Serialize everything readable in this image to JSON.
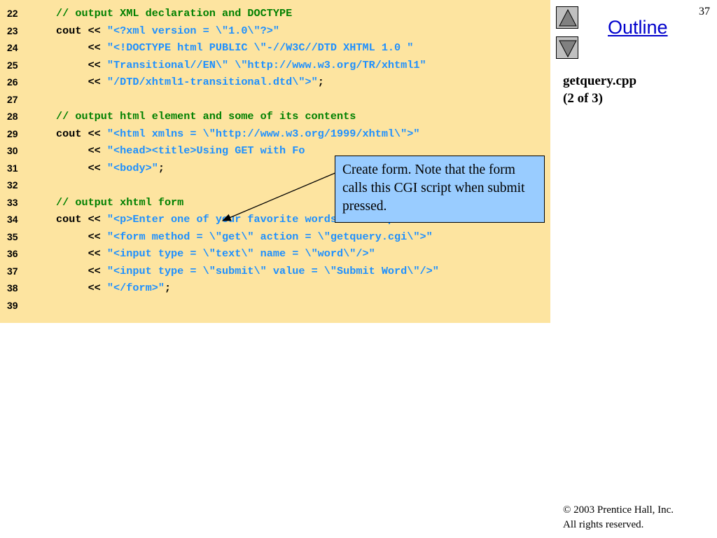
{
  "page_number": "37",
  "nav": {
    "outline_label": "Outline"
  },
  "file_title": {
    "line1": "getquery.cpp",
    "line2": "(2 of 3)"
  },
  "callout": {
    "text": "Create form. Note that the form calls this CGI script when submit pressed."
  },
  "colors": {
    "code_bg": "#fde4a0",
    "comment": "#008000",
    "string": "#1e90ff",
    "callout_bg": "#99ccff",
    "link": "#0000cc"
  },
  "icons": {
    "up": "triangle-up-icon",
    "down": "triangle-down-icon"
  },
  "code_lines": [
    {
      "num": "22",
      "tokens": [
        {
          "t": "comment",
          "v": "// output XML declaration and DOCTYPE"
        }
      ]
    },
    {
      "num": "23",
      "tokens": [
        {
          "t": "plain",
          "v": "cout << "
        },
        {
          "t": "string",
          "v": "\"<?xml version = \\\"1.0\\\"?>\""
        }
      ]
    },
    {
      "num": "24",
      "tokens": [
        {
          "t": "plain",
          "v": "     << "
        },
        {
          "t": "string",
          "v": "\"<!DOCTYPE html PUBLIC \\\"-//W3C//DTD XHTML 1.0 \""
        }
      ]
    },
    {
      "num": "25",
      "tokens": [
        {
          "t": "plain",
          "v": "     << "
        },
        {
          "t": "string",
          "v": "\"Transitional//EN\\\" \\\"http://www.w3.org/TR/xhtml1\""
        }
      ]
    },
    {
      "num": "26",
      "tokens": [
        {
          "t": "plain",
          "v": "     << "
        },
        {
          "t": "string",
          "v": "\"/DTD/xhtml1-transitional.dtd\\\">\""
        },
        {
          "t": "plain",
          "v": ";"
        }
      ]
    },
    {
      "num": "27",
      "tokens": []
    },
    {
      "num": "28",
      "tokens": [
        {
          "t": "comment",
          "v": "// output html element and some of its contents"
        }
      ]
    },
    {
      "num": "29",
      "tokens": [
        {
          "t": "plain",
          "v": "cout << "
        },
        {
          "t": "string",
          "v": "\"<html xmlns = \\\"http://www.w3.org/1999/xhtml\\\">\""
        }
      ]
    },
    {
      "num": "30",
      "tokens": [
        {
          "t": "plain",
          "v": "     << "
        },
        {
          "t": "string",
          "v": "\"<head><title>Using GET with Fo"
        }
      ]
    },
    {
      "num": "31",
      "tokens": [
        {
          "t": "plain",
          "v": "     << "
        },
        {
          "t": "string",
          "v": "\"<body>\""
        },
        {
          "t": "plain",
          "v": ";"
        }
      ]
    },
    {
      "num": "32",
      "tokens": []
    },
    {
      "num": "33",
      "tokens": [
        {
          "t": "comment",
          "v": "// output xhtml form"
        }
      ]
    },
    {
      "num": "34",
      "tokens": [
        {
          "t": "plain",
          "v": "cout << "
        },
        {
          "t": "string",
          "v": "\"<p>Enter one of your favorite words here:</p>\""
        }
      ]
    },
    {
      "num": "35",
      "tokens": [
        {
          "t": "plain",
          "v": "     << "
        },
        {
          "t": "string",
          "v": "\"<form method = \\\"get\\\" action = \\\"getquery.cgi\\\">\""
        }
      ]
    },
    {
      "num": "36",
      "tokens": [
        {
          "t": "plain",
          "v": "     << "
        },
        {
          "t": "string",
          "v": "\"<input type = \\\"text\\\" name = \\\"word\\\"/>\""
        }
      ]
    },
    {
      "num": "37",
      "tokens": [
        {
          "t": "plain",
          "v": "     << "
        },
        {
          "t": "string",
          "v": "\"<input type = \\\"submit\\\" value = \\\"Submit Word\\\"/>\""
        }
      ]
    },
    {
      "num": "38",
      "tokens": [
        {
          "t": "plain",
          "v": "     << "
        },
        {
          "t": "string",
          "v": "\"</form>\""
        },
        {
          "t": "plain",
          "v": ";"
        }
      ]
    },
    {
      "num": "39",
      "tokens": []
    }
  ],
  "copyright": {
    "symbol": "©",
    "line1": " 2003 Prentice Hall, Inc.",
    "line2": "All rights reserved."
  }
}
